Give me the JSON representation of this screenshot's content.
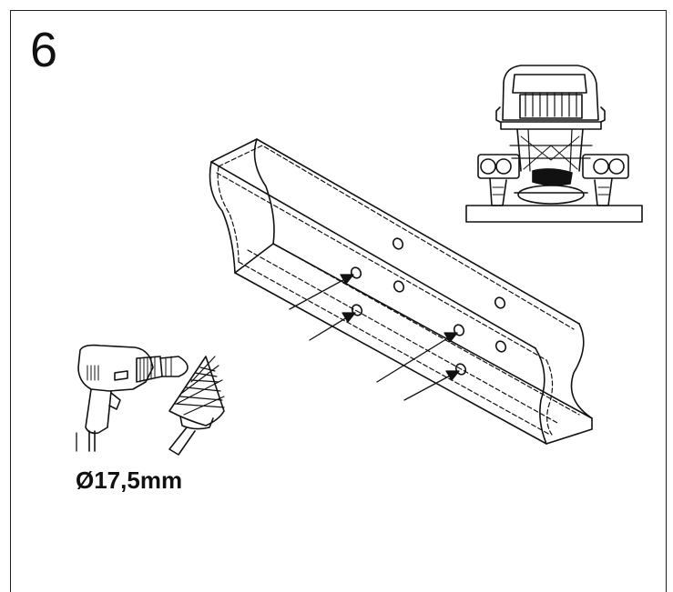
{
  "step": {
    "number": "6"
  },
  "drill": {
    "diameter_label": "Ø17,5mm"
  },
  "colors": {
    "line": "#111111",
    "background": "#ffffff"
  },
  "icons": [
    "power-drill-icon",
    "step-drill-bit-icon",
    "truck-rear-view-icon",
    "chassis-frame-rail",
    "drill-hole-arrow-icon"
  ]
}
